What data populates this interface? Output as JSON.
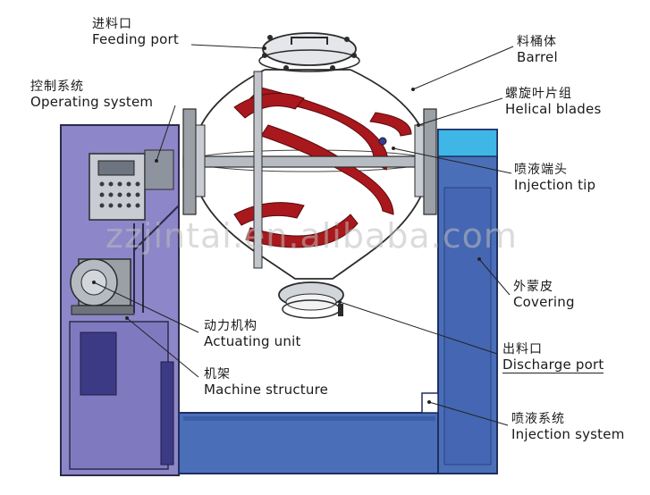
{
  "watermark": "zzjintai.en.alibaba.com",
  "labels": {
    "feeding_port": {
      "cn": "进料口",
      "en": "Feeding port"
    },
    "barrel": {
      "cn": "料桶体",
      "en": "Barrel"
    },
    "operating_system": {
      "cn": "控制系统",
      "en": "Operating system"
    },
    "helical_blades": {
      "cn": "螺旋叶片组",
      "en": "Helical blades"
    },
    "injection_tip": {
      "cn": "喷液端头",
      "en": "Injection tip"
    },
    "covering": {
      "cn": "外蒙皮",
      "en": "Covering"
    },
    "actuating_unit": {
      "cn": "动力机构",
      "en": "Actuating unit"
    },
    "discharge_port": {
      "cn": "出料口",
      "en": "Discharge port"
    },
    "machine_structure": {
      "cn": "机架",
      "en": "Machine structure"
    },
    "injection_system": {
      "cn": "喷液系统",
      "en": "Injection system"
    }
  },
  "colors": {
    "frame_blue": "#4a6fb8",
    "panel_purple": "#8d86c8",
    "blade_red": "#a8181c",
    "steel_grey": "#9aa0a6",
    "liquid_cyan": "#3fb7e6"
  }
}
